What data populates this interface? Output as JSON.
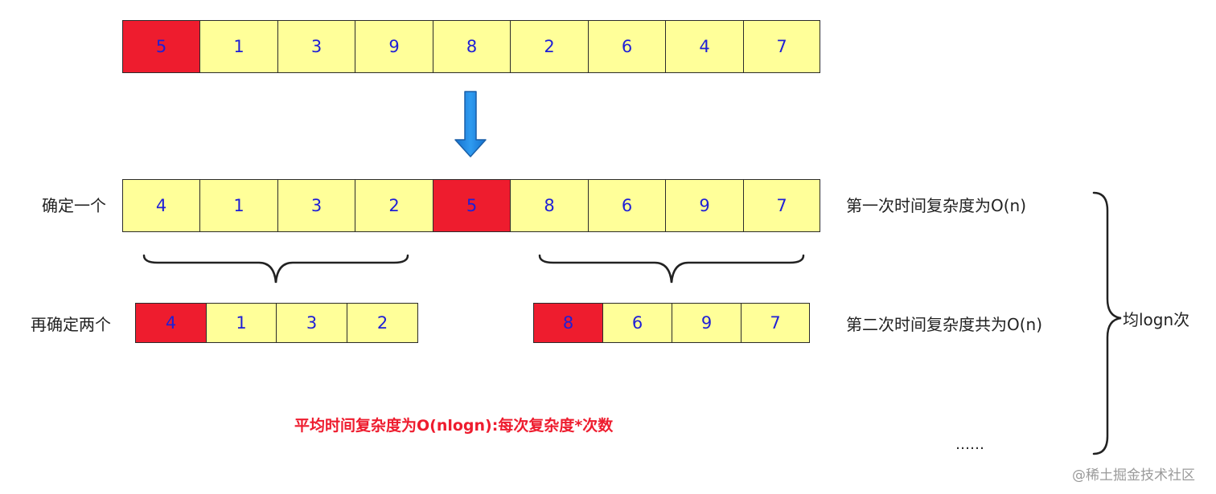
{
  "rows": {
    "initial": {
      "values": [
        "5",
        "1",
        "3",
        "9",
        "8",
        "2",
        "6",
        "4",
        "7"
      ],
      "pivot": 0
    },
    "first_partition": {
      "values": [
        "4",
        "1",
        "3",
        "2",
        "5",
        "8",
        "6",
        "9",
        "7"
      ],
      "pivot": 4
    },
    "left_sub": {
      "values": [
        "4",
        "1",
        "3",
        "2"
      ],
      "pivot": 0
    },
    "right_sub": {
      "values": [
        "8",
        "6",
        "9",
        "7"
      ],
      "pivot": 0
    }
  },
  "labels": {
    "determine_one": "确定一个",
    "determine_two": "再确定两个",
    "first_complexity": "第一次时间复杂度为O(n)",
    "second_complexity": "第二次时间复杂度共为O(n)",
    "brace_label": "均logn次",
    "average": "平均时间复杂度为O(nlogn):每次复杂度*次数",
    "ellipsis": "……",
    "watermark": "@稀土掘金技术社区"
  },
  "colors": {
    "cell_fill": "#ffff99",
    "pivot_fill": "#ee1c2e",
    "number_text": "#1f1fd6",
    "arrow": "#1b82e0",
    "highlight_text": "#ee1c2e"
  }
}
